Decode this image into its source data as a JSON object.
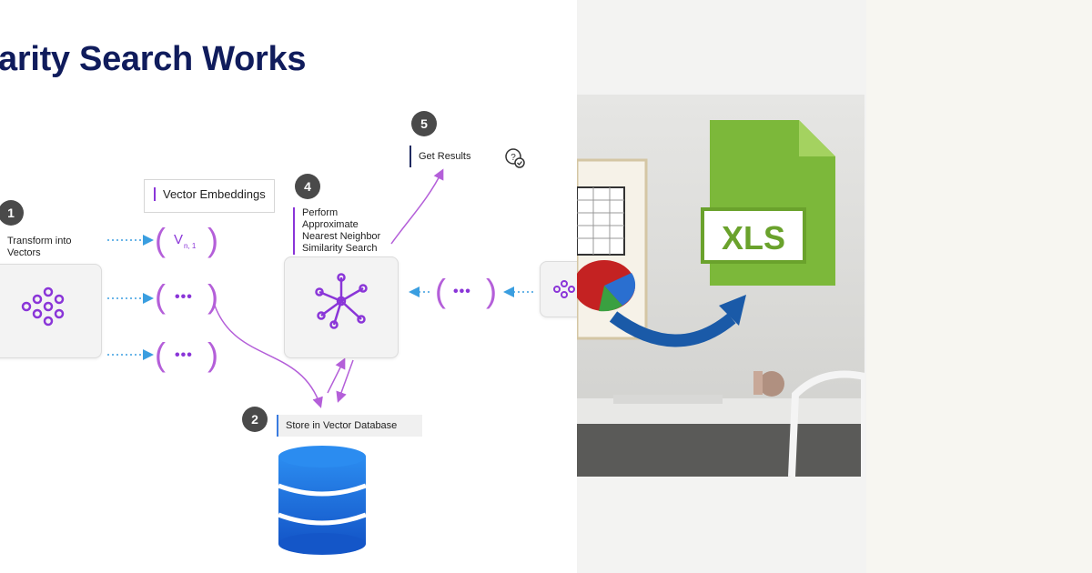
{
  "title": "arity Search Works",
  "steps": [
    {
      "number": "1",
      "label_line1": "Transform into",
      "label_line2": "Vectors"
    },
    {
      "number": "2",
      "label": "Store in Vector Database"
    },
    {
      "number": "4",
      "label_lines": [
        "Perform",
        "Approximate",
        "Nearest Neighbor",
        "Similarity Search"
      ]
    },
    {
      "number": "5",
      "label": "Get Results"
    }
  ],
  "embeddings_label": "Vector Embeddings",
  "vector_items": [
    "V",
    "•••",
    "•••",
    "•••"
  ],
  "vector_subscript": "n, 1",
  "xls_text": "XLS",
  "colors": {
    "title": "#101c5c",
    "accent_purple": "#8a35d8",
    "arrow_blue": "#3a9ee0",
    "xls_green": "#7cb83a",
    "db_blue": "#1f6fe0"
  }
}
